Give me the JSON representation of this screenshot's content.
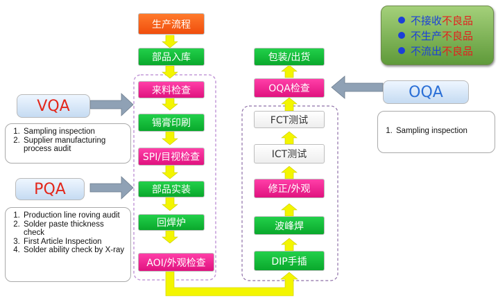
{
  "steps": {
    "production_flow": "生产流程",
    "warehouse_in": "部品入库",
    "incoming_inspection": "来料检查",
    "solder_paste_print": "锡膏印刷",
    "spi_visual": "SPI/目视检查",
    "component_mount": "部品实装",
    "reflow": "回焊炉",
    "aoi_visual": "AOI/外观检查",
    "dip_insert": "DIP手插",
    "wave_solder": "波峰焊",
    "repair_visual": "修正/外观",
    "ict_test": "ICT测试",
    "fct_test": "FCT测试",
    "oqa_inspection": "OQA检查",
    "packing_shipping": "包装/出货"
  },
  "qa": {
    "vqa": "VQA",
    "pqa": "PQA",
    "oqa": "OQA"
  },
  "notes": {
    "vqa": [
      "Sampling inspection",
      "Supplier manufacturing process audit"
    ],
    "pqa": [
      "Production line roving audit",
      "Solder paste thickness check",
      "First Article Inspection",
      "Solder ability check by X-ray"
    ],
    "oqa": [
      "Sampling inspection"
    ]
  },
  "legend": [
    {
      "lead": "不接收",
      "bad": "不良品"
    },
    {
      "lead": "不生产",
      "bad": "不良品"
    },
    {
      "lead": "不流出",
      "bad": "不良品"
    }
  ],
  "colors": {
    "step_green": "#14bd3a",
    "step_pink": "#ef2090",
    "step_orange": "#f5611c",
    "arrow_yellow": "#f3f500",
    "qa_red_text": "#e3261a",
    "qa_blue_text": "#2a6fd6",
    "legend_bg": "#7fb657",
    "dashed_border": "#c49ad8"
  }
}
